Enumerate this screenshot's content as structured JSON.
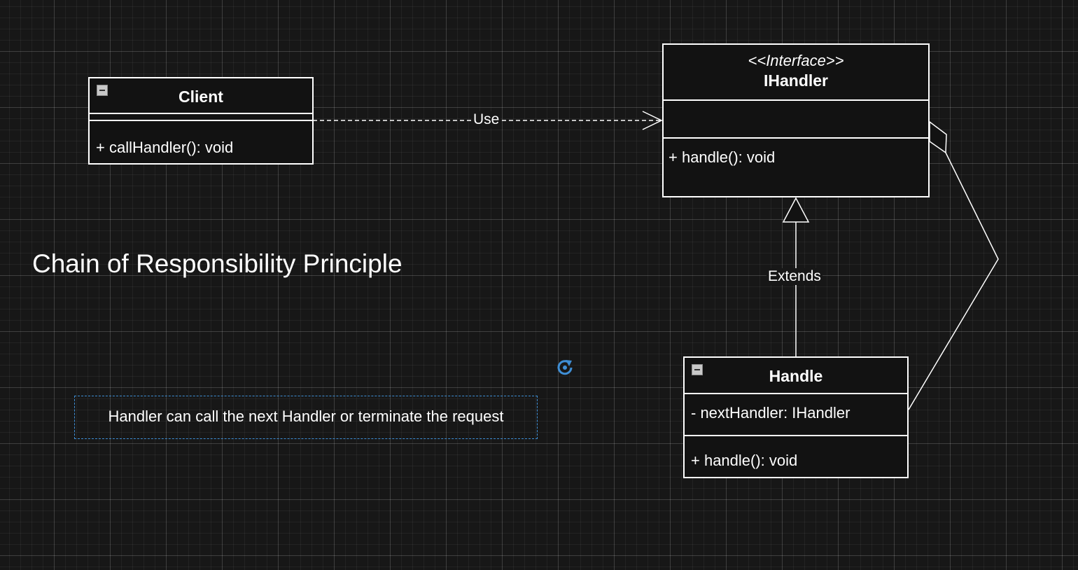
{
  "diagram": {
    "title": "Chain of Responsibility Principle",
    "note": "Handler can call the next Handler or terminate the request",
    "classes": {
      "client": {
        "name": "Client",
        "methods": [
          "+ callHandler(): void"
        ]
      },
      "ihandler": {
        "stereotype": "<<Interface>>",
        "name": "IHandler",
        "methods": [
          "+ handle(): void"
        ]
      },
      "handle": {
        "name": "Handle",
        "attributes": [
          "- nextHandler: IHandler"
        ],
        "methods": [
          "+ handle(): void"
        ]
      }
    },
    "edges": {
      "use_label": "Use",
      "extends_label": "Extends"
    },
    "colors": {
      "background": "#171717",
      "stroke": "#ffffff",
      "selection_accent": "#3f8fd6"
    }
  }
}
